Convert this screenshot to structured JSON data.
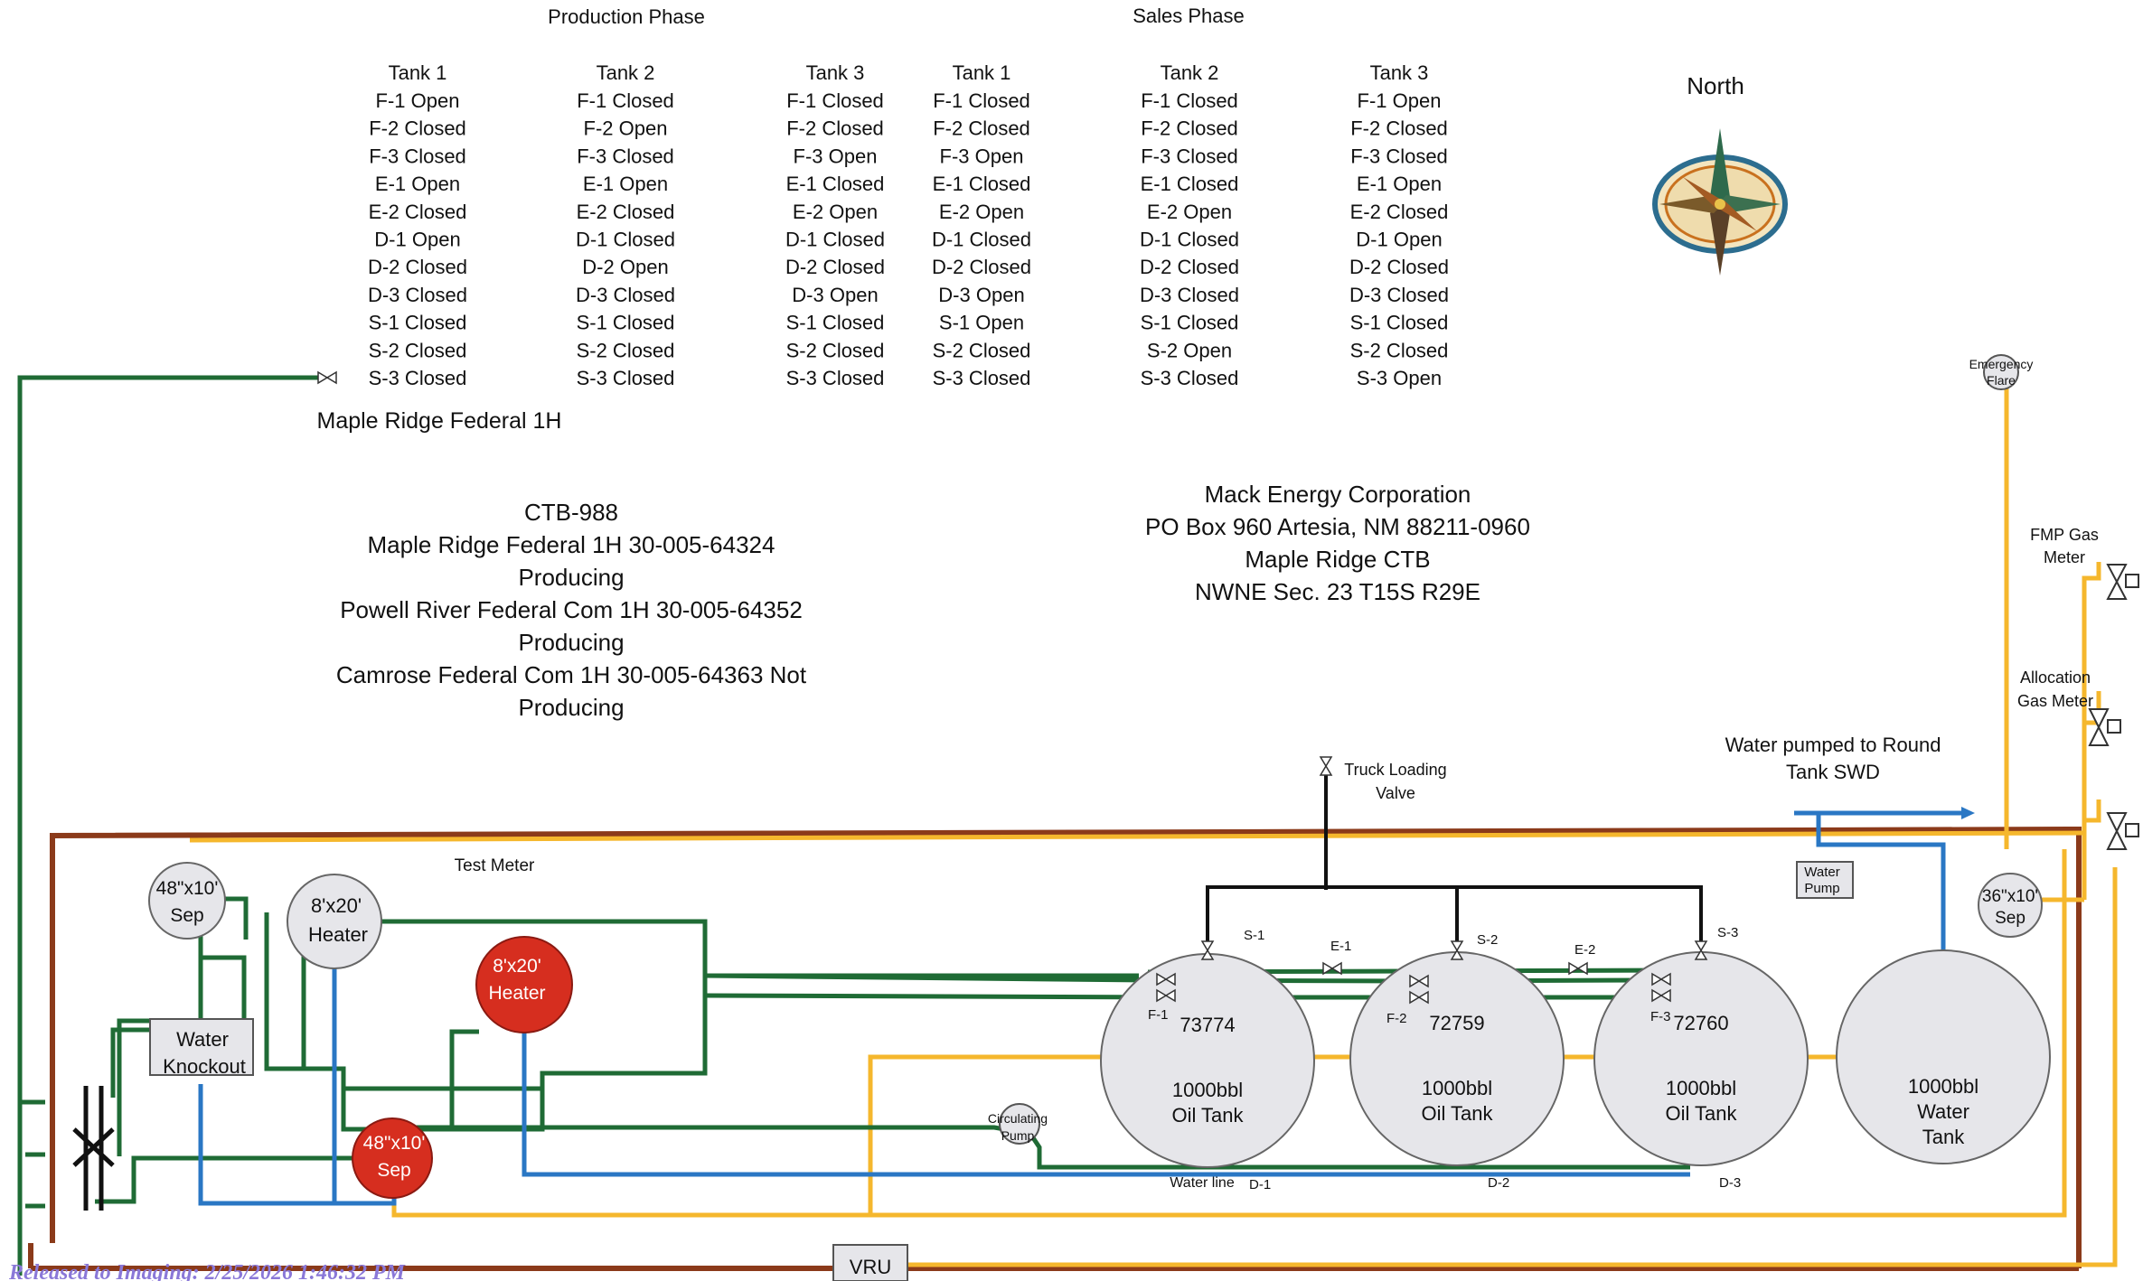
{
  "phases": {
    "production": "Production Phase",
    "sales": "Sales Phase"
  },
  "valve_tables": [
    {
      "header": "Tank 1",
      "items": [
        "F-1 Open",
        "F-2 Closed",
        "F-3 Closed",
        "E-1 Open",
        "E-2 Closed",
        "D-1 Open",
        "D-2 Closed",
        "D-3 Closed",
        "S-1 Closed",
        "S-2 Closed",
        "S-3 Closed"
      ]
    },
    {
      "header": "Tank 2",
      "items": [
        "F-1 Closed",
        "F-2 Open",
        "F-3 Closed",
        "E-1 Open",
        "E-2 Closed",
        "D-1 Closed",
        "D-2 Open",
        "D-3 Closed",
        "S-1 Closed",
        "S-2 Closed",
        "S-3 Closed"
      ]
    },
    {
      "header": "Tank 3",
      "items": [
        "F-1 Closed",
        "F-2 Closed",
        "F-3 Open",
        "E-1 Closed",
        "E-2 Open",
        "D-1 Closed",
        "D-2 Closed",
        "D-3 Open",
        "S-1 Closed",
        "S-2 Closed",
        "S-3 Closed"
      ]
    },
    {
      "header": "Tank 1",
      "items": [
        "F-1 Closed",
        "F-2 Closed",
        "F-3 Open",
        "E-1 Closed",
        "E-2 Open",
        "D-1 Closed",
        "D-2 Closed",
        "D-3 Open",
        "S-1 Open",
        "S-2 Closed",
        "S-3 Closed"
      ]
    },
    {
      "header": "Tank 2",
      "items": [
        "F-1 Closed",
        "F-2 Closed",
        "F-3 Closed",
        "E-1 Closed",
        "E-2 Open",
        "D-1 Closed",
        "D-2 Closed",
        "D-3 Closed",
        "S-1 Closed",
        "S-2 Open",
        "S-3 Closed"
      ]
    },
    {
      "header": "Tank 3",
      "items": [
        "F-1 Open",
        "F-2 Closed",
        "F-3 Closed",
        "E-1 Open",
        "E-2 Closed",
        "D-1 Open",
        "D-2 Closed",
        "D-3 Closed",
        "S-1 Closed",
        "S-2 Closed",
        "S-3 Open"
      ]
    }
  ],
  "north_label": "North",
  "well_name": "Maple Ridge Federal 1H",
  "facility_block": [
    "CTB-988",
    "Maple Ridge Federal 1H 30-005-64324",
    "Producing",
    "Powell River Federal Com 1H 30-005-64352",
    "Producing",
    "Camrose Federal Com 1H 30-005-64363 Not",
    "Producing"
  ],
  "company_block": [
    "Mack Energy Corporation",
    "PO Box 960 Artesia, NM 88211-0960",
    "Maple Ridge CTB",
    "NWNE Sec. 23 T15S R29E"
  ],
  "equipment": {
    "sep1": [
      "48\"x10'",
      "Sep"
    ],
    "heater1": [
      "8'x20'",
      "Heater"
    ],
    "heater2": [
      "8'x20'",
      "Heater"
    ],
    "sep2": [
      "48\"x10'",
      "Sep"
    ],
    "water_knockout": [
      "Water",
      "Knockout"
    ],
    "circ_pump": [
      "Circulating",
      "Pump"
    ],
    "water_pump": [
      "Water",
      "Pump"
    ],
    "sep3": [
      "36\"x10'",
      "Sep"
    ],
    "vru": "VRU",
    "emergency_flare": [
      "Emergency",
      "Flare"
    ]
  },
  "tanks": [
    {
      "number": "73774",
      "size": "1000bbl",
      "type": "Oil Tank"
    },
    {
      "number": "72759",
      "size": "1000bbl",
      "type": "Oil Tank"
    },
    {
      "number": "72760",
      "size": "1000bbl",
      "type": "Oil Tank"
    },
    {
      "number": "",
      "size": "1000bbl",
      "type": "Water",
      "type2": "Tank"
    }
  ],
  "labels": {
    "test_meter": "Test Meter",
    "truck_loading": [
      "Truck Loading",
      "Valve"
    ],
    "water_pumped": [
      "Water pumped to Round",
      "Tank SWD"
    ],
    "fmp_gas_meter": [
      "FMP Gas",
      "Meter"
    ],
    "allocation_gas_meter": [
      "Allocation",
      "Gas Meter"
    ],
    "water_line": "Water line",
    "s1": "S-1",
    "s2": "S-2",
    "s3": "S-3",
    "e1": "E-1",
    "e2": "E-2",
    "f1": "F-1",
    "f2": "F-2",
    "f3": "F-3",
    "d1": "D-1",
    "d2": "D-2",
    "d3": "D-3"
  },
  "stamp": "Released to Imaging: 2/25/2026 1:46:32 PM",
  "colors": {
    "oil_line": "#1f6b35",
    "gas_line": "#f5b72d",
    "water_line": "#2a77c4",
    "containment": "#8b3a1a",
    "sales_line": "#111111",
    "heated_vessel": "#d62e1f",
    "vessel": "#e6e6ea"
  }
}
